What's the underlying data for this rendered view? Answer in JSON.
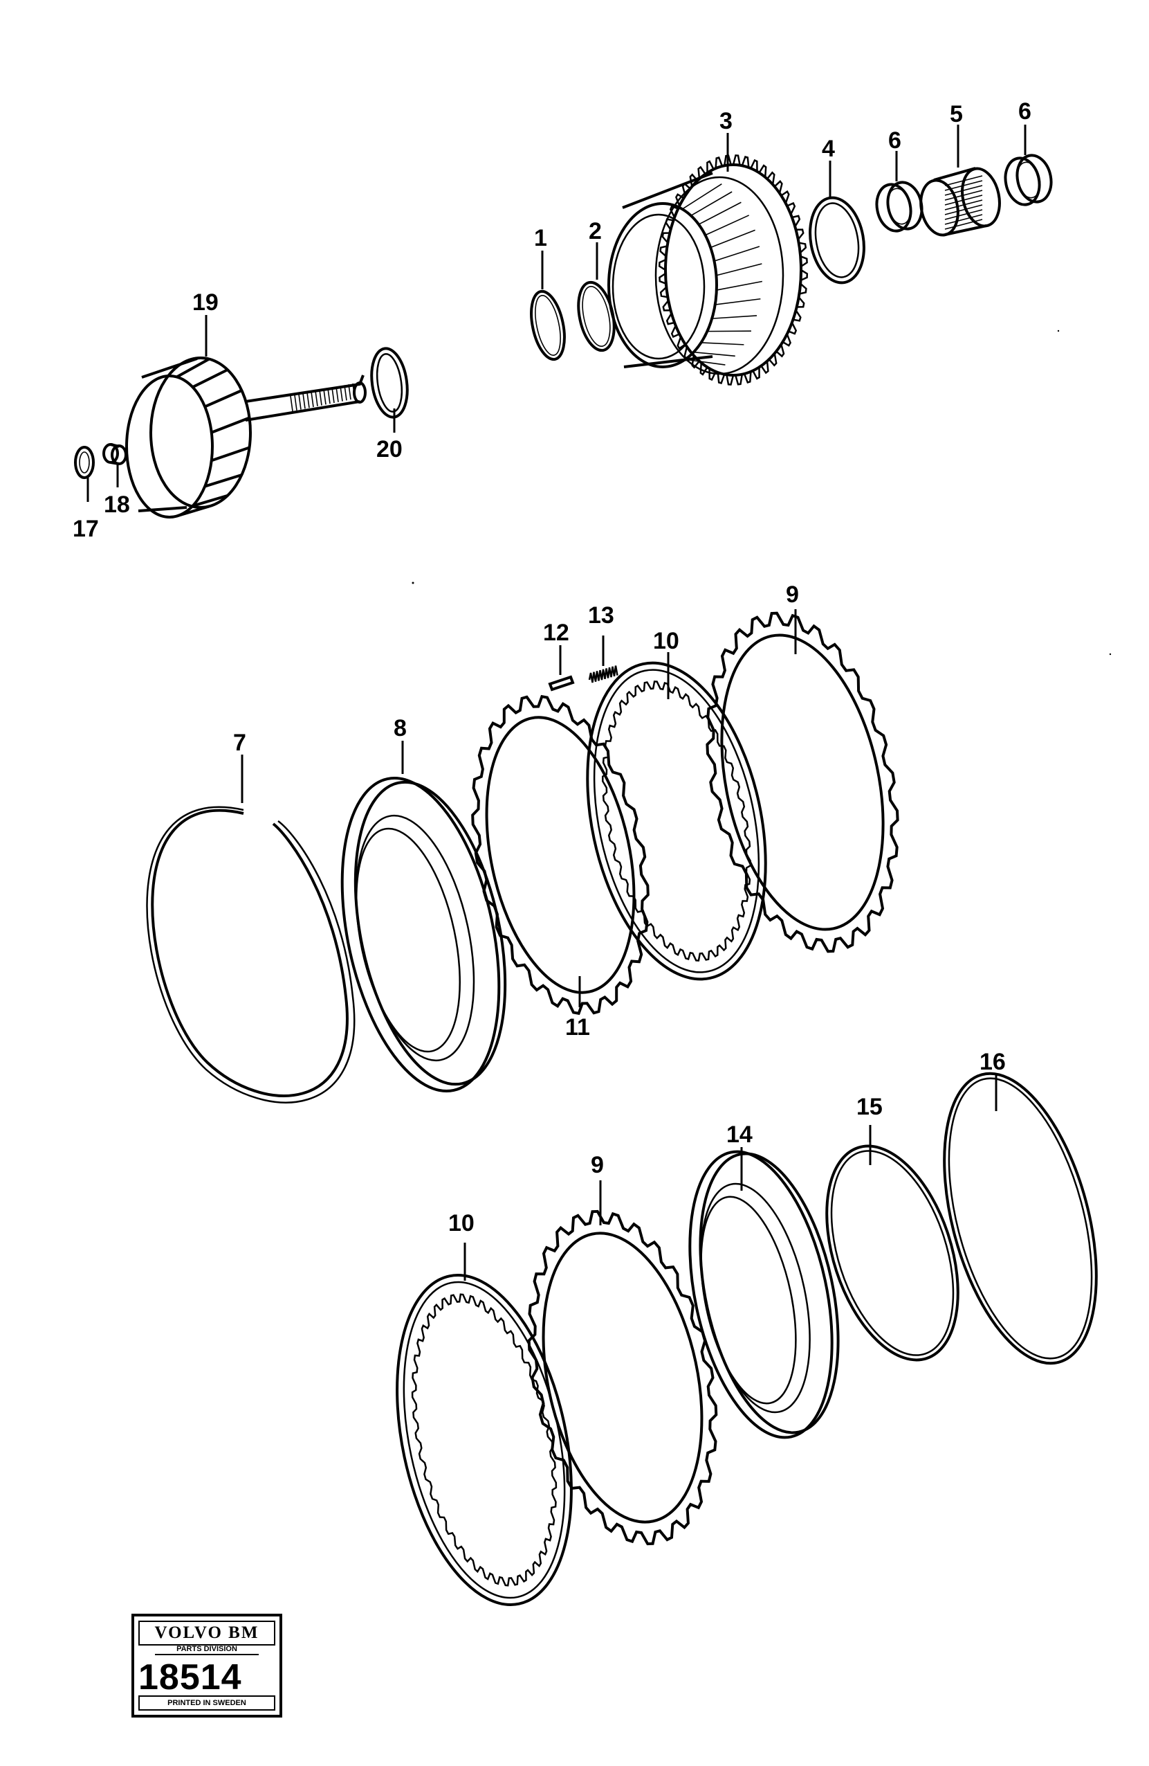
{
  "callouts": {
    "c1": "1",
    "c2": "2",
    "c3": "3",
    "c4": "4",
    "c5": "5",
    "c6a": "6",
    "c6b": "6",
    "c7": "7",
    "c8": "8",
    "c9a": "9",
    "c9b": "9",
    "c10a": "10",
    "c10b": "10",
    "c11": "11",
    "c12": "12",
    "c13": "13",
    "c14": "14",
    "c15": "15",
    "c16": "16",
    "c17": "17",
    "c18": "18",
    "c19": "19",
    "c20": "20"
  },
  "stamp": {
    "brand": "VOLVO BM",
    "division": "PARTS DIVISION",
    "number": "18514",
    "footer": "PRINTED IN SWEDEN"
  }
}
